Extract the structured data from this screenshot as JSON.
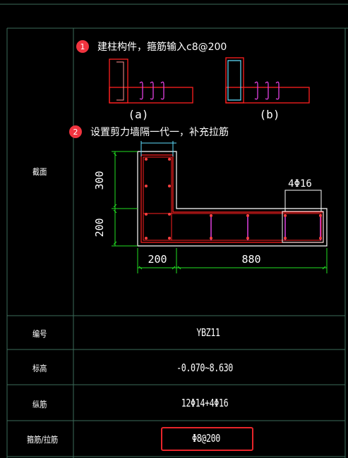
{
  "annotations": [
    {
      "number": "1",
      "text": "建柱构件，箍筋输入c8@200"
    },
    {
      "number": "2",
      "text": "设置剪力墙隔一代一，补充拉筋"
    }
  ],
  "sketch_labels": {
    "a": "(a)",
    "b": "(b)"
  },
  "section_cell_label": "截面",
  "dimensions": {
    "height_top": "300",
    "height_bottom": "200",
    "width_left": "200",
    "width_right": "880",
    "rebar_callout": "4Φ16"
  },
  "table": {
    "rows": [
      {
        "label": "编号",
        "value": "YBZ11"
      },
      {
        "label": "标高",
        "value": "-0.070~8.630"
      },
      {
        "label": "纵筋",
        "value": "12Φ14+4Φ16"
      },
      {
        "label": "箍筋/拉筋",
        "value": "Φ8@200"
      }
    ]
  },
  "colors": {
    "grid_line": "#3d6b5a",
    "rebar_red": "#ff2020",
    "tie_magenta": "#e040e0",
    "dim_green": "#22e022",
    "outline_white": "#ffffff",
    "highlight_red": "#e8252a",
    "badge_red": "#f0343f",
    "tie_cyan": "#5fe0ff"
  }
}
